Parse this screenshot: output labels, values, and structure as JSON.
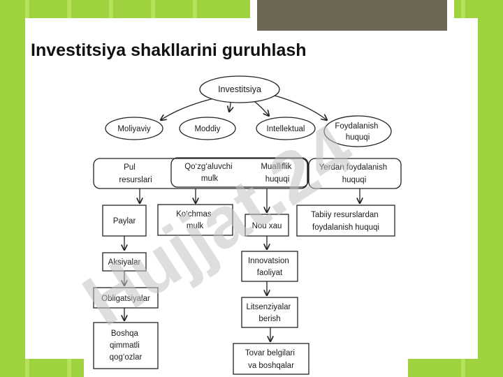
{
  "title": "Investitsiya shakllarini guruhlash",
  "watermark": "Hujjat.24",
  "colors": {
    "background": "#9fd23f",
    "watermark": "#c2c2c2"
  },
  "nodes": {
    "root": [
      "Investitsiya"
    ],
    "moliyaviy": [
      "Moliyaviy"
    ],
    "moddiy": [
      "Moddiy"
    ],
    "intellektual": [
      "Intellektual"
    ],
    "foydalanish": [
      "Foydalanish",
      "huquqi"
    ],
    "pul": [
      "Pul",
      "resurslari"
    ],
    "qozgaluvchi": [
      "Qo‘zg‘aluvchi",
      "mulk"
    ],
    "mualliflik": [
      "Mualliflik",
      "huquqi"
    ],
    "yerdan": [
      "Yerdan foydalanish",
      "huquqi"
    ],
    "paylar": [
      "Paylar"
    ],
    "kochmas": [
      "Ko‘chmas",
      "mulk"
    ],
    "nouxau": [
      "Nou xau"
    ],
    "tabiiy": [
      "Tabiiy resurslardan",
      "foydalanish huquqi"
    ],
    "aksiyalar": [
      "Aksiyalar"
    ],
    "innovatsion": [
      "Innovatsion",
      "faoliyat"
    ],
    "obligatsiyalar": [
      "Obligatsiyalar"
    ],
    "litsenziyalar": [
      "Litsenziyalar",
      "berish"
    ],
    "boshqa": [
      "Boshqa",
      "qimmatli",
      "qog‘ozlar"
    ],
    "tovar": [
      "Tovar belgilari",
      "va boshqalar"
    ]
  }
}
